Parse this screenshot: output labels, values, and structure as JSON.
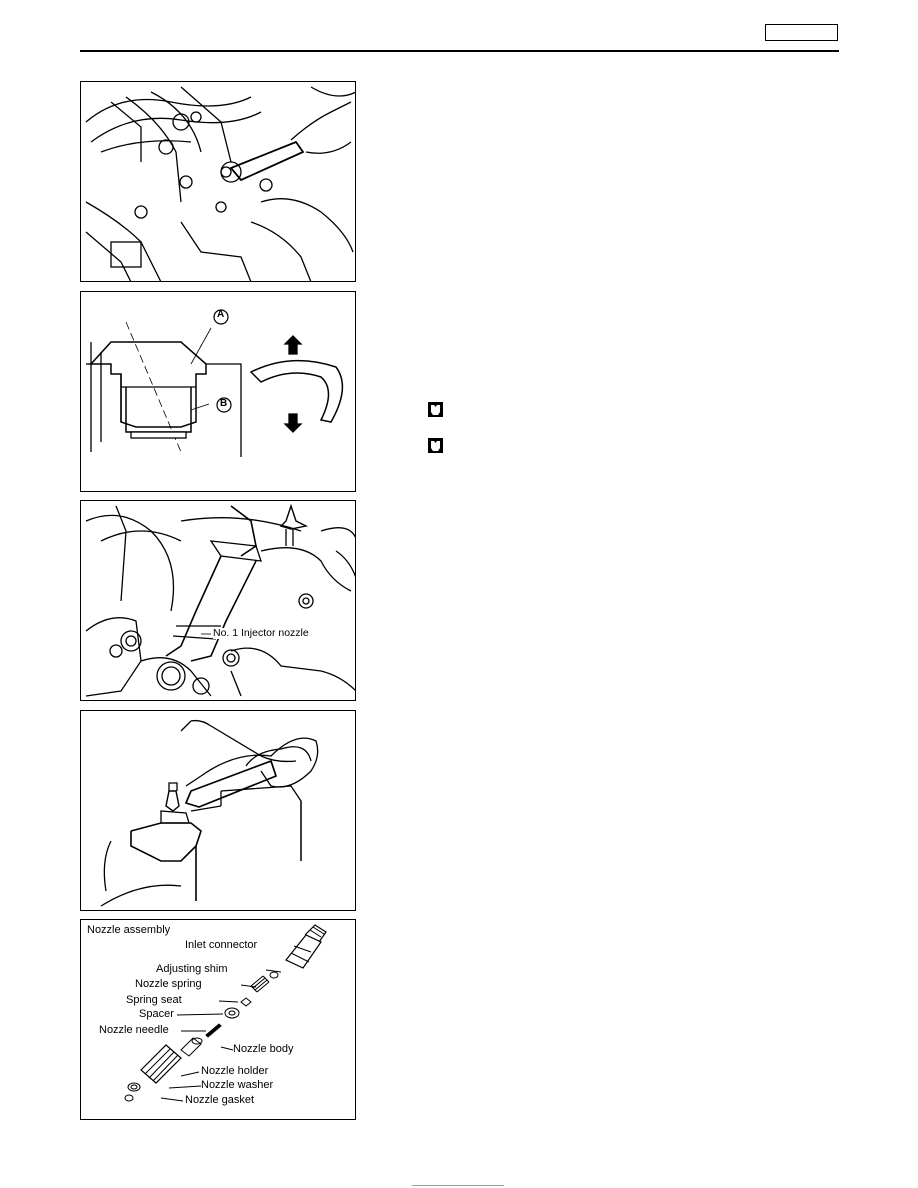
{
  "header": {
    "section_tag": ""
  },
  "figures": {
    "fig1": {
      "kind": "illustration",
      "subject": "wrench-on-injection-tube-nut"
    },
    "fig2": {
      "label_a": "A",
      "label_b": "B"
    },
    "fig3": {
      "callout": "No. 1 Injector nozzle"
    },
    "fig4": {
      "kind": "illustration",
      "subject": "nozzle-in-vise-with-wrench"
    },
    "fig5": {
      "title": "Nozzle assembly",
      "parts": [
        "Inlet connector",
        "Adjusting shim",
        "Nozzle spring",
        "Spring seat",
        "Spacer",
        "Nozzle needle",
        "Nozzle body",
        "Nozzle holder",
        "Nozzle washer",
        "Nozzle gasket"
      ]
    }
  },
  "icons": {
    "torque_1": "torque-wrench-icon",
    "torque_2": "torque-wrench-icon"
  },
  "colors": {
    "ink": "#000000",
    "paper": "#ffffff"
  }
}
